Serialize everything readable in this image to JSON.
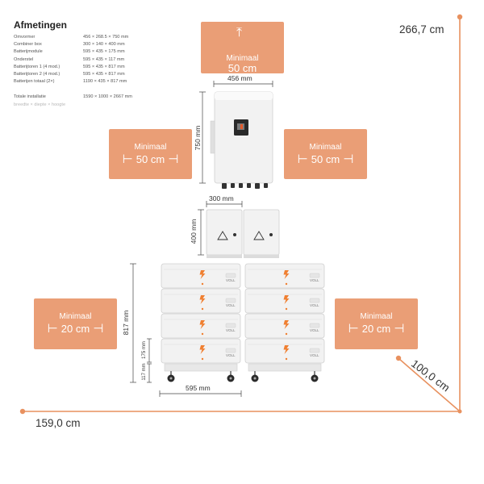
{
  "spec": {
    "title": "Afmetingen",
    "rows": [
      {
        "label": "Omvormer",
        "value": "456 × 268.5 × 750 mm"
      },
      {
        "label": "Combiner box",
        "value": "300 × 140 × 400 mm"
      },
      {
        "label": "Batterijmodule",
        "value": "595 × 435 × 175 mm"
      },
      {
        "label": "Onderstel",
        "value": "595 × 435 × 117 mm"
      },
      {
        "label": "Batterijtoren 1 (4 mod.)",
        "value": "595 × 435 × 817 mm"
      },
      {
        "label": "Batterijtoren 2 (4 mod.)",
        "value": "595 × 435 × 817 mm"
      },
      {
        "label": "Batterijen totaal (2×)",
        "value": "1190 × 435 × 817 mm"
      }
    ],
    "total_label": "Totale installatie",
    "total_value": "1590 × 1000 × 2667 mm",
    "note": "breedte × diepte × hoogte"
  },
  "clearances": {
    "top": {
      "label": "Minimaal",
      "value": "50 cm"
    },
    "inverter_left": {
      "label": "Minimaal",
      "value": "50 cm"
    },
    "inverter_right": {
      "label": "Minimaal",
      "value": "50 cm"
    },
    "battery_left": {
      "label": "Minimaal",
      "value": "20 cm"
    },
    "battery_right": {
      "label": "Minimaal",
      "value": "20 cm"
    }
  },
  "dimensions": {
    "inverter_width": "456 mm",
    "inverter_height": "750 mm",
    "combiner_width": "300 mm",
    "combiner_height": "400 mm",
    "battery_tower_height": "817 mm",
    "module_height": "175 mm",
    "base_height": "117 mm",
    "tower_width": "595 mm",
    "total_height": "266,7 cm",
    "total_width": "159,0 cm",
    "total_depth": "100,0 cm"
  },
  "brand": "VOLL",
  "colors": {
    "accent": "#ea9e76",
    "line": "#e8915f",
    "device": "#f2f2f2",
    "device_border": "#cfcfcf",
    "lightning": "#f07f30"
  },
  "icons": {
    "arrow_up": "arrow-up-icon",
    "arrow_left_right": "double-arrow-icon",
    "warning": "warning-icon",
    "lightning": "lightning-icon"
  }
}
